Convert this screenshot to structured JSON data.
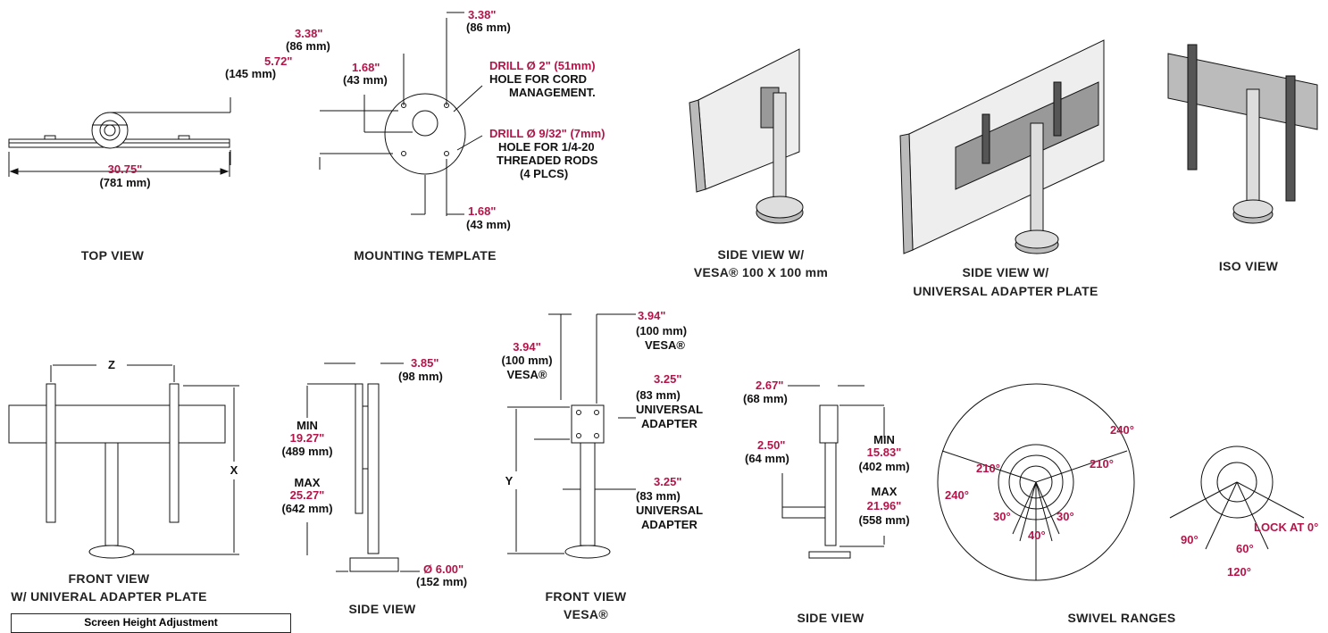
{
  "views": {
    "top_view": {
      "title": "TOP  VIEW",
      "depth_in": "5.72\"",
      "depth_mm": "(145 mm)",
      "width_in": "30.75\"",
      "width_mm": "(781 mm)"
    },
    "mounting_template": {
      "title": "MOUNTING  TEMPLATE",
      "left_in": "3.38\"",
      "left_mm": "(86 mm)",
      "right_in": "3.38\"",
      "right_mm": "(86 mm)",
      "inner_in": "1.68\"",
      "inner_mm": "(43 mm)",
      "bottom_in": "1.68\"",
      "bottom_mm": "(43 mm)",
      "drill1_red": "DRILL Ø 2\" (51mm)",
      "drill1_l1": "HOLE FOR CORD",
      "drill1_l2": "MANAGEMENT.",
      "drill2_red": "DRILL Ø 9/32\" (7mm)",
      "drill2_l1": "HOLE FOR 1/4-20",
      "drill2_l2": "THREADED RODS",
      "drill2_l3": "(4 PLCS)"
    },
    "side_view_vesa": {
      "title_l1": "SIDE VIEW W/",
      "title_l2": "VESA® 100 X 100 mm"
    },
    "side_view_universal": {
      "title_l1": "SIDE VIEW W/",
      "title_l2": "UNIVERSAL ADAPTER PLATE"
    },
    "iso_view": {
      "title": "ISO  VIEW"
    },
    "front_view_universal": {
      "title_l1": "FRONT  VIEW",
      "title_l2": "W/ UNIVERAL ADAPTER PLATE",
      "z_label": "Z",
      "x_label": "X"
    },
    "side_view_1": {
      "title": "SIDE  VIEW",
      "depth_in": "3.85\"",
      "depth_mm": "(98 mm)",
      "min_label": "MIN",
      "min_in": "19.27\"",
      "min_mm": "(489 mm)",
      "max_label": "MAX",
      "max_in": "25.27\"",
      "max_mm": "(642 mm)",
      "base_in": "Ø 6.00\"",
      "base_mm": "(152 mm)"
    },
    "front_view_vesa": {
      "title_l1": "FRONT  VIEW",
      "title_l2": "VESA®",
      "vesa_in_l": "3.94\"",
      "vesa_mm_l": "(100 mm)",
      "vesa_l": "VESA®",
      "vesa_in_r": "3.94\"",
      "vesa_mm_r": "(100 mm)",
      "vesa_r": "VESA®",
      "uni1_in": "3.25\"",
      "uni1_mm": "(83 mm)",
      "uni1_l1": "UNIVERSAL",
      "uni1_l2": "ADAPTER",
      "uni2_in": "3.25\"",
      "uni2_mm": "(83 mm)",
      "uni2_l1": "UNIVERSAL",
      "uni2_l2": "ADAPTER",
      "y_label": "Y"
    },
    "side_view_2": {
      "title": "SIDE  VIEW",
      "top_in": "2.67\"",
      "top_mm": "(68 mm)",
      "arm_in": "2.50\"",
      "arm_mm": "(64 mm)",
      "min_label": "MIN",
      "min_in": "15.83\"",
      "min_mm": "(402 mm)",
      "max_label": "MAX",
      "max_in": "21.96\"",
      "max_mm": "(558 mm)"
    },
    "swivel_ranges": {
      "title": "SWIVEL  RANGES",
      "a240_r": "240°",
      "a210_r": "210°",
      "a210_l": "210°",
      "a240_l": "240°",
      "a30_l": "30°",
      "a30_r": "30°",
      "a40": "40°",
      "a90": "90°",
      "a60": "60°",
      "a120": "120°",
      "lock": "LOCK AT 0°"
    }
  },
  "table": {
    "title": "Screen Height Adjustment"
  },
  "colors": {
    "accent": "#b5144a",
    "ink": "#111111"
  }
}
